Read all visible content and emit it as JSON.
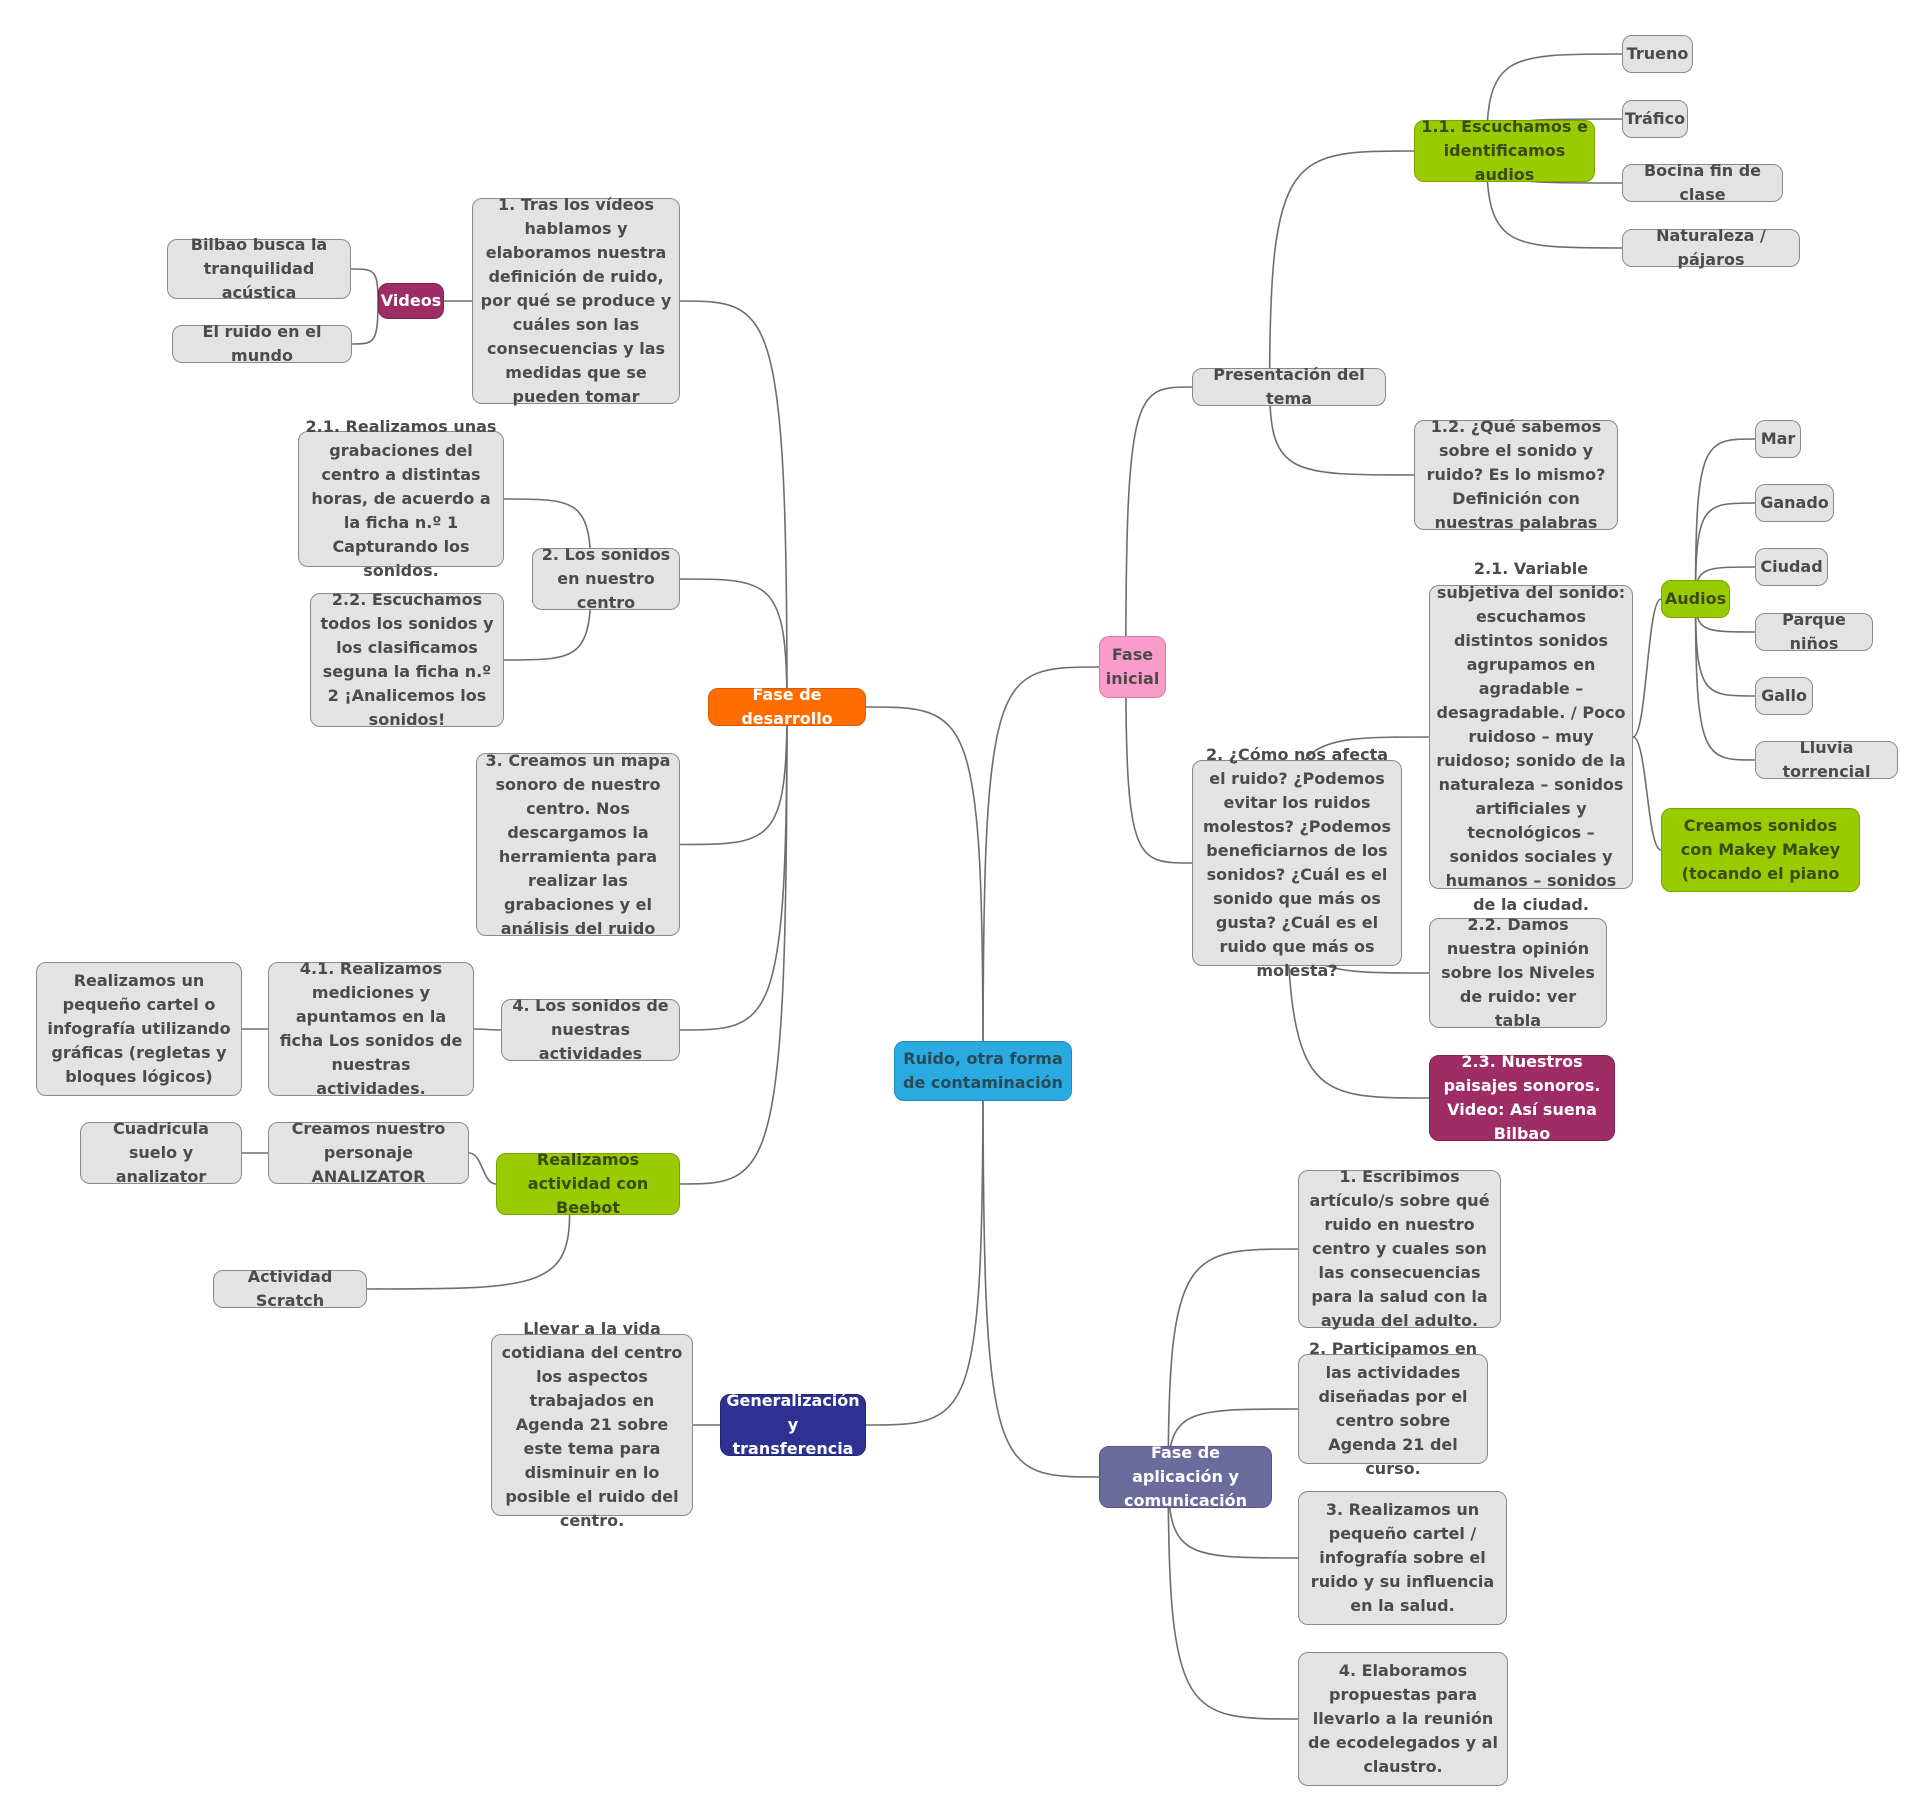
{
  "colors": {
    "root": "#29abe2",
    "fase_desarrollo": "#ff6d00",
    "fase_inicial": "#f99cc9",
    "generalizacion": "#2e3192",
    "fase_aplicacion": "#6b6b9e",
    "accent_green": "#99cc00",
    "accent_purple": "#9e2d66",
    "topic_grey": "#e3e3e3",
    "connector": "#6e6e6e"
  },
  "mindmap": {
    "root": "Ruido, otra forma de contaminación",
    "desarrollo": {
      "title": "Fase de desarrollo",
      "t1": "1. Tras los vídeos hablamos y elaboramos nuestra definición de ruido, por qué se produce y cuáles son las consecuencias y las medidas que se pueden tomar",
      "videos": "Videos",
      "video1": "Bilbao busca la tranquilidad acústica",
      "video2": "El ruido en el mundo",
      "t2": "2. Los sonidos en nuestro centro",
      "t2_1": "2.1. Realizamos unas grabaciones del centro a distintas horas, de acuerdo a la ficha n.º 1 Capturando los sonidos.",
      "t2_2": "2.2. Escuchamos todos los sonidos y los clasificamos seguna la ficha n.º 2 ¡Analicemos los sonidos!",
      "t3": "3. Creamos un mapa sonoro de nuestro centro. Nos descargamos la herramienta para realizar las grabaciones y el análisis del ruido",
      "t4": "4. Los sonidos de nuestras actividades",
      "t4_1": "4.1. Realizamos mediciones y apuntamos en la ficha Los sonidos de nuestras actividades.",
      "t4_1_1": "Realizamos un pequeño cartel o infografía utilizando gráficas (regletas y bloques lógicos)",
      "beebot": "Realizamos actividad con Beebot",
      "analizator": "Creamos nuestro personaje ANALIZATOR",
      "cuadricula": "Cuadricula suelo y analizator",
      "scratch": "Actividad Scratch"
    },
    "generalizacion": {
      "title": "Generalización y transferencia",
      "t1": "Llevar a la vida cotidiana del centro los aspectos trabajados en Agenda 21 sobre este tema para disminuir en lo posible el ruido del centro."
    },
    "inicial": {
      "title": "Fase inicial",
      "presentacion": "Presentación del tema",
      "t1_1": "1.1. Escuchamos e identificamos audios",
      "audios1": [
        "Trueno",
        "Tráfico",
        "Bocina fin de clase",
        "Naturaleza / pájaros"
      ],
      "t1_2": "1.2. ¿Qué sabemos sobre el sonido y ruido? Es lo mismo? Definición con nuestras palabras",
      "t2": "2. ¿Cómo nos afecta el ruido? ¿Podemos evitar los ruidos molestos? ¿Podemos beneficiarnos de los sonidos? ¿Cuál es el sonido que más os gusta? ¿Cuál es el ruido que más os molesta?",
      "t2_1": "2.1. Variable subjetiva del sonido: escuchamos distintos sonidos agrupamos en agradable – desagradable. / Poco ruidoso – muy ruidoso; sonido de la naturaleza – sonidos artificiales y tecnológicos – sonidos sociales y humanos – sonidos de la ciudad.",
      "audios": "Audios",
      "audios2": [
        "Mar",
        "Ganado",
        "Ciudad",
        "Parque niños",
        "Gallo",
        "Lluvia torrencial"
      ],
      "makey": "Creamos sonidos con Makey Makey (tocando el piano",
      "t2_2": "2.2. Damos nuestra opinión sobre los Niveles de ruido: ver tabla",
      "t2_3": "2.3. Nuestros paisajes sonoros. Video: Así suena Bilbao"
    },
    "aplicacion": {
      "title": "Fase de aplicación y comunicación",
      "t1": "1. Escribimos artículo/s sobre qué ruido en nuestro centro y cuales son las consecuencias para la salud con la ayuda del adulto.",
      "t2": "2. Participamos en las actividades diseñadas por el centro sobre Agenda 21 del curso.",
      "t3": "3. Realizamos un pequeño cartel / infografía sobre el ruido y su influencia en la salud.",
      "t4": "4. Elaboramos propuestas para llevarlo a la reunión de ecodelegados y al claustro."
    }
  }
}
